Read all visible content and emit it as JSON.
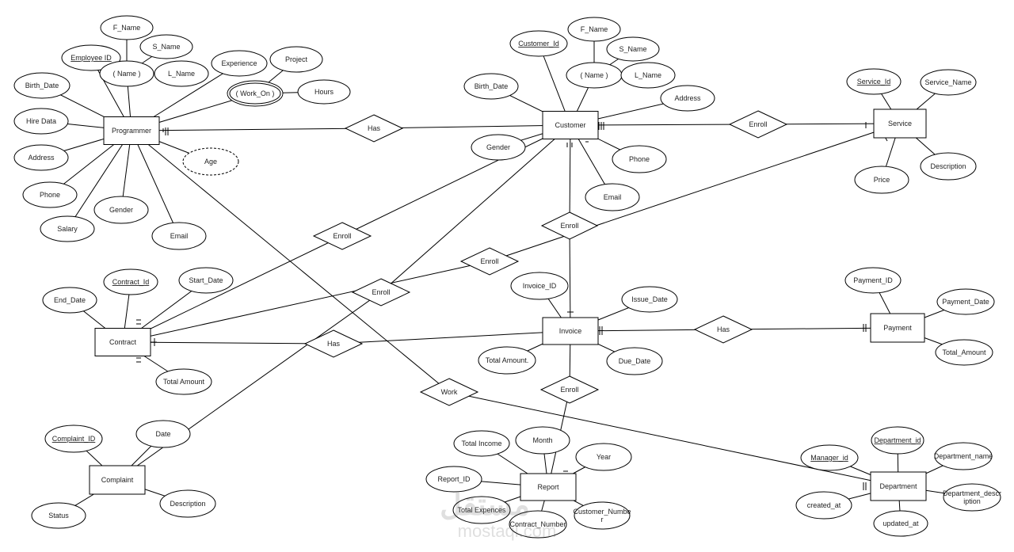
{
  "diagram": {
    "entities": [
      {
        "id": "programmer",
        "label": "Programmer"
      },
      {
        "id": "customer",
        "label": "Customer"
      },
      {
        "id": "service",
        "label": "Service"
      },
      {
        "id": "contract",
        "label": "Contract"
      },
      {
        "id": "invoice",
        "label": "Invoice"
      },
      {
        "id": "payment",
        "label": "Payment"
      },
      {
        "id": "complaint",
        "label": "Complaint"
      },
      {
        "id": "report",
        "label": "Report"
      },
      {
        "id": "department",
        "label": "Department"
      }
    ],
    "relationships": [
      {
        "id": "r_prog_cust",
        "label": "Has"
      },
      {
        "id": "r_cust_serv",
        "label": "Enroll"
      },
      {
        "id": "r_cust_inv",
        "label": "Enroll"
      },
      {
        "id": "r_prog_contract",
        "label": "Enroll"
      },
      {
        "id": "r_serv_contract",
        "label": "Enroll"
      },
      {
        "id": "r_cust_complaint",
        "label": "Enroll"
      },
      {
        "id": "r_contract_inv",
        "label": "Has"
      },
      {
        "id": "r_inv_pay",
        "label": "Has"
      },
      {
        "id": "r_inv_report",
        "label": "Enroll"
      },
      {
        "id": "r_prog_dept",
        "label": "Work"
      }
    ],
    "attributes": [
      {
        "id": "p_fname",
        "label": "F_Name"
      },
      {
        "id": "p_sname",
        "label": "S_Name"
      },
      {
        "id": "p_empid",
        "label": "Employee ID",
        "key": true
      },
      {
        "id": "p_name",
        "label": "( Name )"
      },
      {
        "id": "p_lname",
        "label": "L_Name"
      },
      {
        "id": "p_exp",
        "label": "Experience"
      },
      {
        "id": "p_project",
        "label": "Project"
      },
      {
        "id": "p_birth",
        "label": "Birth_Date"
      },
      {
        "id": "p_workon",
        "label": "( Work_On )",
        "multivalued": true
      },
      {
        "id": "p_hours",
        "label": "Hours"
      },
      {
        "id": "p_hire",
        "label": "Hire Data"
      },
      {
        "id": "p_address",
        "label": "Address"
      },
      {
        "id": "p_age",
        "label": "Age",
        "derived": true
      },
      {
        "id": "p_phone",
        "label": "Phone"
      },
      {
        "id": "p_gender",
        "label": "Gender"
      },
      {
        "id": "p_salary",
        "label": "Salary"
      },
      {
        "id": "p_email",
        "label": "Email"
      },
      {
        "id": "c_id",
        "label": "Customer_Id",
        "key": true
      },
      {
        "id": "c_fname",
        "label": "F_Name"
      },
      {
        "id": "c_sname",
        "label": "S_Name"
      },
      {
        "id": "c_name",
        "label": "( Name )"
      },
      {
        "id": "c_lname",
        "label": "L_Name"
      },
      {
        "id": "c_birth",
        "label": "Birth_Date"
      },
      {
        "id": "c_address",
        "label": "Address"
      },
      {
        "id": "c_gender",
        "label": "Gender"
      },
      {
        "id": "c_phone",
        "label": "Phone"
      },
      {
        "id": "c_email",
        "label": "Email"
      },
      {
        "id": "s_id",
        "label": "Service_Id",
        "key": true
      },
      {
        "id": "s_name",
        "label": "Service_Name"
      },
      {
        "id": "s_price",
        "label": "Price"
      },
      {
        "id": "s_desc",
        "label": "Description"
      },
      {
        "id": "ct_id",
        "label": "Contract_Id",
        "key": true
      },
      {
        "id": "ct_start",
        "label": "Start_Date"
      },
      {
        "id": "ct_end",
        "label": "End_Date"
      },
      {
        "id": "ct_total",
        "label": "Total Amount"
      },
      {
        "id": "i_id",
        "label": "Invoice_ID"
      },
      {
        "id": "i_issue",
        "label": "Issue_Date"
      },
      {
        "id": "i_total",
        "label": "Total Amount."
      },
      {
        "id": "i_due",
        "label": "Due_Date"
      },
      {
        "id": "pay_id",
        "label": "Payment_ID"
      },
      {
        "id": "pay_date",
        "label": "Payment_Date"
      },
      {
        "id": "pay_total",
        "label": "Total_Amount"
      },
      {
        "id": "cp_id",
        "label": "Complaint_ID",
        "key": true
      },
      {
        "id": "cp_date",
        "label": "Date"
      },
      {
        "id": "cp_status",
        "label": "Status"
      },
      {
        "id": "cp_desc",
        "label": "Description"
      },
      {
        "id": "rp_income",
        "label": "Total Income"
      },
      {
        "id": "rp_month",
        "label": "Month"
      },
      {
        "id": "rp_year",
        "label": "Year"
      },
      {
        "id": "rp_id",
        "label": "Report_ID"
      },
      {
        "id": "rp_exp",
        "label": "Total Expences"
      },
      {
        "id": "rp_contract",
        "label": "Contract_Number"
      },
      {
        "id": "rp_cust",
        "label": "Customer_Numbe r"
      },
      {
        "id": "d_id",
        "label": "Department_id",
        "key": true
      },
      {
        "id": "d_manager",
        "label": "Manager_id",
        "key": true
      },
      {
        "id": "d_name",
        "label": "Department_name"
      },
      {
        "id": "d_desc",
        "label": "Department_descr iption"
      },
      {
        "id": "d_created",
        "label": "created_at"
      },
      {
        "id": "d_updated",
        "label": "updated_at"
      }
    ],
    "watermark": {
      "arabic": "مستقل",
      "latin": "mostaql.com"
    }
  }
}
